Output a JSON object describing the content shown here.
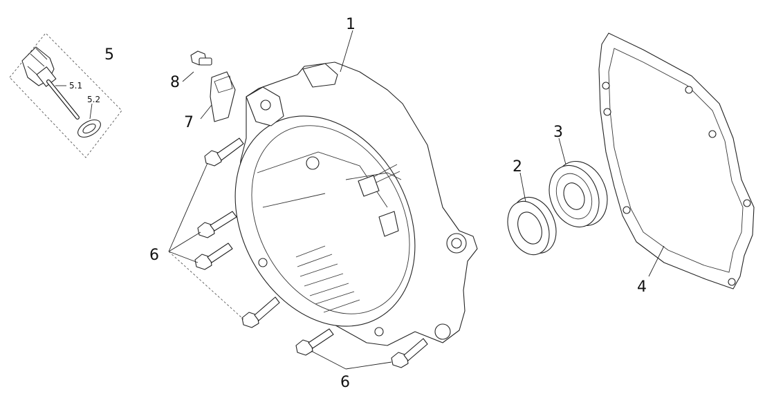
{
  "callouts": {
    "c1": "1",
    "c2": "2",
    "c3": "3",
    "c4": "4",
    "c5": "5",
    "c5_1": "5.1",
    "c5_2": "5.2",
    "c6a": "6",
    "c6b": "6",
    "c7": "7",
    "c8": "8"
  }
}
